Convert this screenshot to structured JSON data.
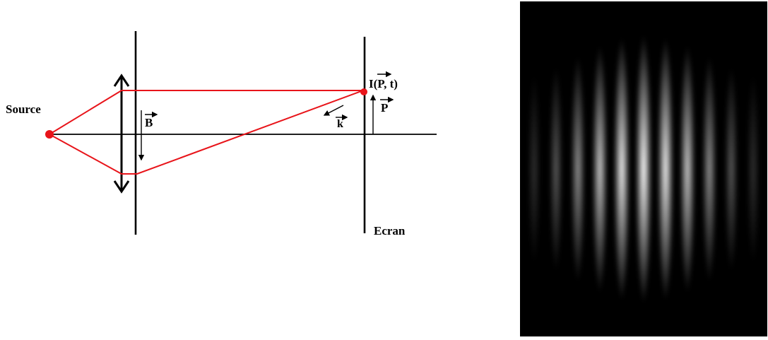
{
  "diagram": {
    "source_label": "Source",
    "screen_label": "Ecran",
    "intensity_label": "I(P, t)",
    "intensity_vector_letter": "P",
    "position_vector_label": "P",
    "field_vector_label": "B",
    "wave_vector_label": "k",
    "colors": {
      "rays": "#e8141a",
      "lines": "#000000",
      "source_dot": "#e8141a"
    }
  },
  "fringe_pattern": {
    "description_type": "interference-fringes",
    "fringe_count": 11,
    "background": "#000000",
    "fringe_color": "#ffffff"
  }
}
